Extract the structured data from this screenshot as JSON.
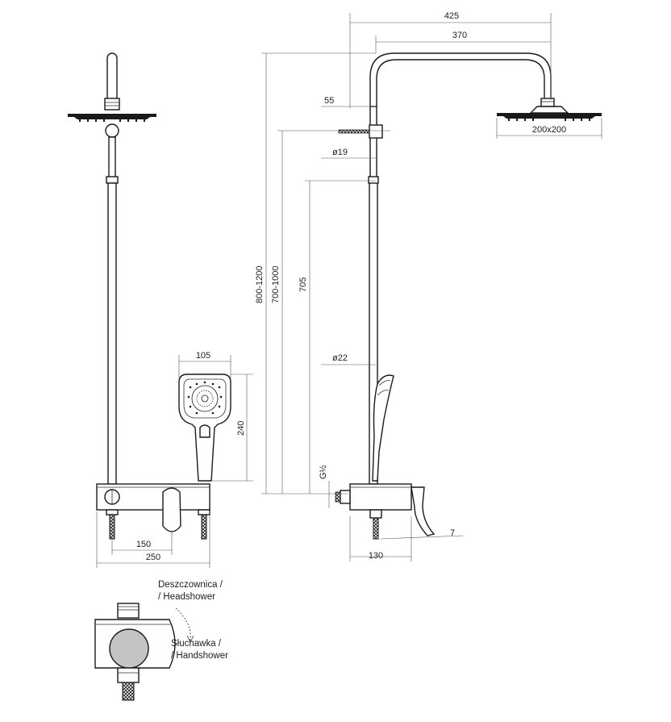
{
  "dimensions": {
    "d425": "425",
    "d370": "370",
    "d55": "55",
    "d200x200": "200x200",
    "d19": "ø19",
    "d800_1200": "800-1200",
    "d700_1000": "700-1000",
    "d705": "705",
    "d22": "ø22",
    "thread": "G½",
    "d7": "7",
    "d130": "130",
    "d105": "105",
    "d240": "240",
    "d150": "150",
    "d250": "250"
  },
  "legend": {
    "headshower_line1": "Deszczownica /",
    "headshower_line2": "/ Headshower",
    "handshower_line1": "Słuchawka /",
    "handshower_line2": "/ Handshower"
  }
}
